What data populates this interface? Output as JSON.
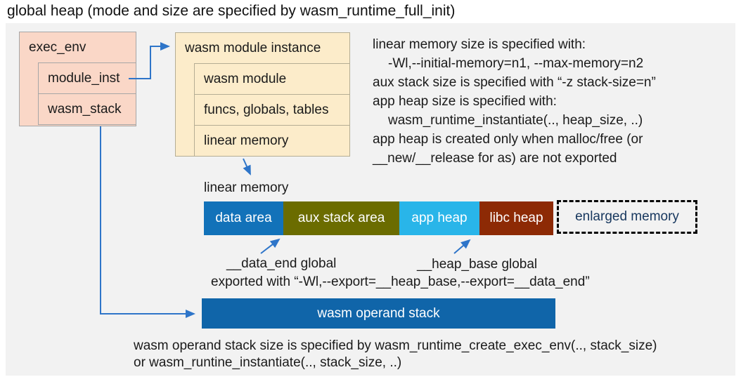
{
  "title": "global heap (mode and size are specified by wasm_runtime_full_init)",
  "exec_env": {
    "header": "exec_env",
    "rows": [
      "module_inst",
      "wasm_stack"
    ]
  },
  "module_instance": {
    "header": "wasm module instance",
    "rows": [
      "wasm module",
      "funcs, globals, tables",
      "linear memory"
    ]
  },
  "notes": {
    "lines": [
      "linear memory size is specified with:",
      "-Wl,--initial-memory=n1, --max-memory=n2",
      "aux stack size is specified with “-z stack-size=n”",
      "app heap size is specified with:",
      "wasm_runtime_instantiate(.., heap_size, ..)",
      "app heap is created only when malloc/free (or",
      "__new/__release for as) are not exported"
    ]
  },
  "linear_memory": {
    "label": "linear memory",
    "segments": [
      {
        "label": "data area",
        "color": "#1272b9"
      },
      {
        "label": "aux stack area",
        "color": "#6b6c00"
      },
      {
        "label": "app heap",
        "color": "#29b5e9"
      },
      {
        "label": "libc heap",
        "color": "#8d2a05"
      }
    ],
    "enlarged": {
      "label": "enlarged memory",
      "text_color": "#17375e"
    }
  },
  "globals": {
    "data_end": "__data_end global",
    "heap_base": "__heap_base global",
    "exported": "exported with “-Wl,--export=__heap_base,--export=__data_end”"
  },
  "operand_stack": {
    "label": "wasm operand stack",
    "color": "#1065a9"
  },
  "footer": {
    "lines": [
      "wasm operand stack size is specified by wasm_runtime_create_exec_env(.., stack_size)",
      "or wasm_runtine_instantiate(.., stack_size, ..)"
    ]
  },
  "colors": {
    "arrow": "#2e75c9",
    "panel_bg": "#f2f2f2",
    "exec_env_fill": "#fad7c7",
    "instance_fill": "#fcecca"
  }
}
